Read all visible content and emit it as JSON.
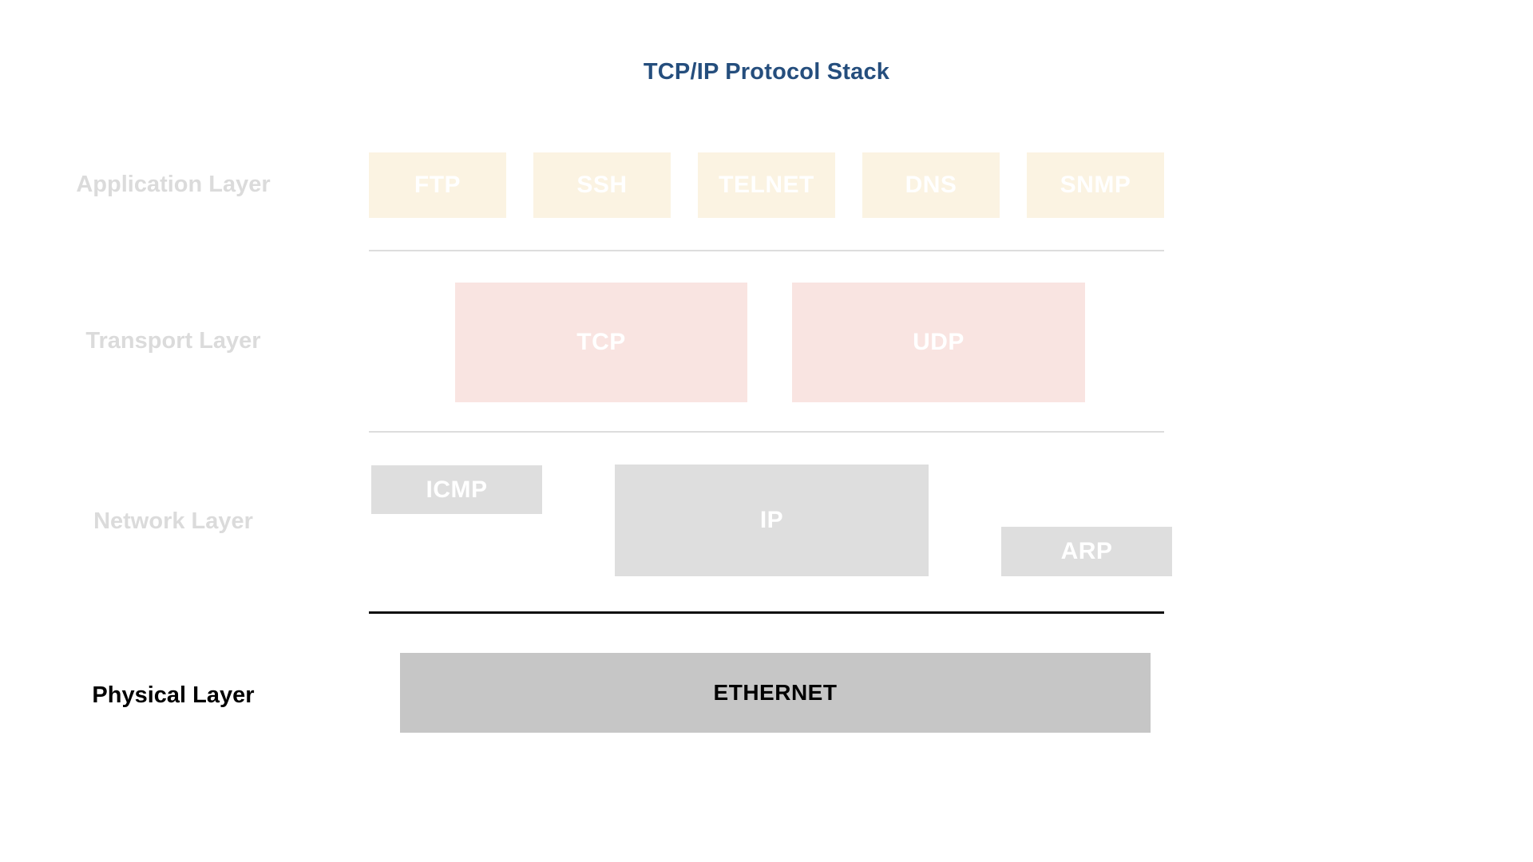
{
  "title": {
    "text": "TCP/IP Protocol Stack",
    "color": "#254E7D"
  },
  "colors": {
    "application_box_fill": "#FBF3E2",
    "transport_box_fill": "#F9E4E1",
    "network_box_fill": "#DEDEDE",
    "physical_box_fill": "#C6C6C6",
    "box_text_light": "#FFFFFF",
    "box_text_dark": "#000000",
    "faint_label_gray": "#DBDBDB",
    "divider_gray": "#DDDDDD",
    "separator_black": "#0A0A0A",
    "background": "#FFFFFF"
  },
  "layers": [
    {
      "id": "application",
      "label": "Application Layer",
      "label_color": "#DBDBDB",
      "box_fill": "#FBF3E2",
      "box_text_color": "#FFFFFF",
      "protocols": [
        "FTP",
        "SSH",
        "TELNET",
        "DNS",
        "SNMP"
      ]
    },
    {
      "id": "transport",
      "label": "Transport Layer",
      "label_color": "#DBDBDB",
      "box_fill": "#F9E4E1",
      "box_text_color": "#FFFFFF",
      "protocols": [
        "TCP",
        "UDP"
      ]
    },
    {
      "id": "network",
      "label": "Network Layer",
      "label_color": "#DBDBDB",
      "box_fill": "#DEDEDE",
      "box_text_color": "#FFFFFF",
      "protocols": [
        "ICMP",
        "IP",
        "ARP"
      ]
    },
    {
      "id": "physical",
      "label": "Physical Layer",
      "label_color": "#000000",
      "box_fill": "#C6C6C6",
      "box_text_color": "#000000",
      "protocols": [
        "ETHERNET"
      ]
    }
  ]
}
